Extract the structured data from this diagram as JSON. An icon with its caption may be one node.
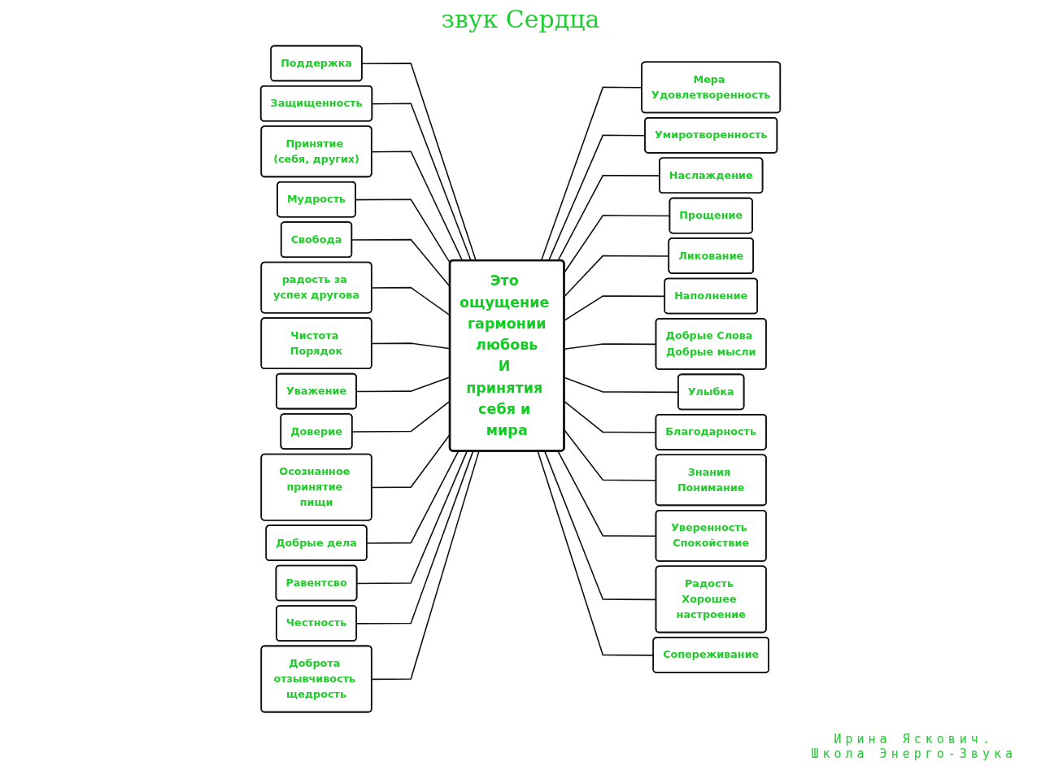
{
  "diagram": {
    "title": "звук Сердца",
    "nodes": [
      {
        "text": [
          "Поддержка"
        ]
      },
      {
        "text": [
          "Мера Удовлетворенность"
        ]
      },
      {
        "text": [
          "Защищенность"
        ]
      },
      {
        "text": [
          "Принятие (себя, других)"
        ]
      },
      {
        "text": [
          "Умиротворенность"
        ]
      },
      {
        "text": [
          "Наслаждение"
        ]
      },
      {
        "text": [
          "Мудрость"
        ]
      },
      {
        "text": [
          "Свобода"
        ]
      },
      {
        "text": [
          "Прощение"
        ]
      },
      {
        "text": [
          "Ликование"
        ]
      },
      {
        "text": [
          "радость за успех другова"
        ]
      },
      {
        "text": [
          "Это ощущение гармонии",
          "любовь",
          "И принятия себя и мира"
        ]
      },
      {
        "text": [
          "Наполнение"
        ]
      },
      {
        "text": [
          "Добрые Слова Добрые мысли"
        ]
      },
      {
        "text": [
          "Чистота Порядок"
        ]
      },
      {
        "text": [
          "Улыбка"
        ]
      },
      {
        "text": [
          "Благодарность"
        ]
      },
      {
        "text": [
          "Уважение"
        ]
      },
      {
        "text": [
          "Знания Понимание"
        ]
      },
      {
        "text": [
          "Доверие"
        ]
      },
      {
        "text": [
          "Осознанное принятие пищи"
        ]
      },
      {
        "text": [
          "Уверенность Спокойствие"
        ]
      },
      {
        "text": [
          "Добрые дела"
        ]
      },
      {
        "text": [
          "Равентсво"
        ]
      },
      {
        "text": [
          "Честность"
        ]
      },
      {
        "text": [
          "Доброта отзывчивость щедрость"
        ]
      },
      {
        "text": [
          "Радость Хорошее настроение"
        ]
      },
      {
        "text": [
          "Сопереживание"
        ]
      }
    ],
    "edges": [
      {
        "from": 0,
        "to": 11,
        "arrow": "none"
      },
      {
        "from": 11,
        "to": 1,
        "arrow": "none"
      },
      {
        "from": 2,
        "to": 11,
        "arrow": "none"
      },
      {
        "from": 3,
        "to": 11,
        "arrow": "none"
      },
      {
        "from": 11,
        "to": 4,
        "arrow": "none"
      },
      {
        "from": 11,
        "to": 5,
        "arrow": "none"
      },
      {
        "from": 6,
        "to": 11,
        "arrow": "none"
      },
      {
        "from": 7,
        "to": 11,
        "arrow": "none"
      },
      {
        "from": 11,
        "to": 8,
        "arrow": "none"
      },
      {
        "from": 11,
        "to": 9,
        "arrow": "none"
      },
      {
        "from": 10,
        "to": 11,
        "arrow": "none"
      },
      {
        "from": 11,
        "to": 12,
        "arrow": "none"
      },
      {
        "from": 11,
        "to": 13,
        "arrow": "none"
      },
      {
        "from": 14,
        "to": 11,
        "arrow": "none"
      },
      {
        "from": 11,
        "to": 15,
        "arrow": "none"
      },
      {
        "from": 11,
        "to": 16,
        "arrow": "none"
      },
      {
        "from": 17,
        "to": 11,
        "arrow": "none"
      },
      {
        "from": 11,
        "to": 18,
        "arrow": "none"
      },
      {
        "from": 19,
        "to": 11,
        "arrow": "none"
      },
      {
        "from": 20,
        "to": 11,
        "arrow": "none"
      },
      {
        "from": 11,
        "to": 21,
        "arrow": "none"
      },
      {
        "from": 22,
        "to": 11,
        "arrow": "none"
      },
      {
        "from": 23,
        "to": 11,
        "arrow": "none"
      },
      {
        "from": 24,
        "to": 11,
        "arrow": "none"
      },
      {
        "from": 25,
        "to": 11,
        "arrow": "none"
      },
      {
        "from": 11,
        "to": 26,
        "arrow": "none"
      },
      {
        "from": 11,
        "to": 27,
        "arrow": "none"
      }
    ],
    "labels": [
      "Ирина Яскович.",
      "Школа Энерго-Звука"
    ]
  }
}
